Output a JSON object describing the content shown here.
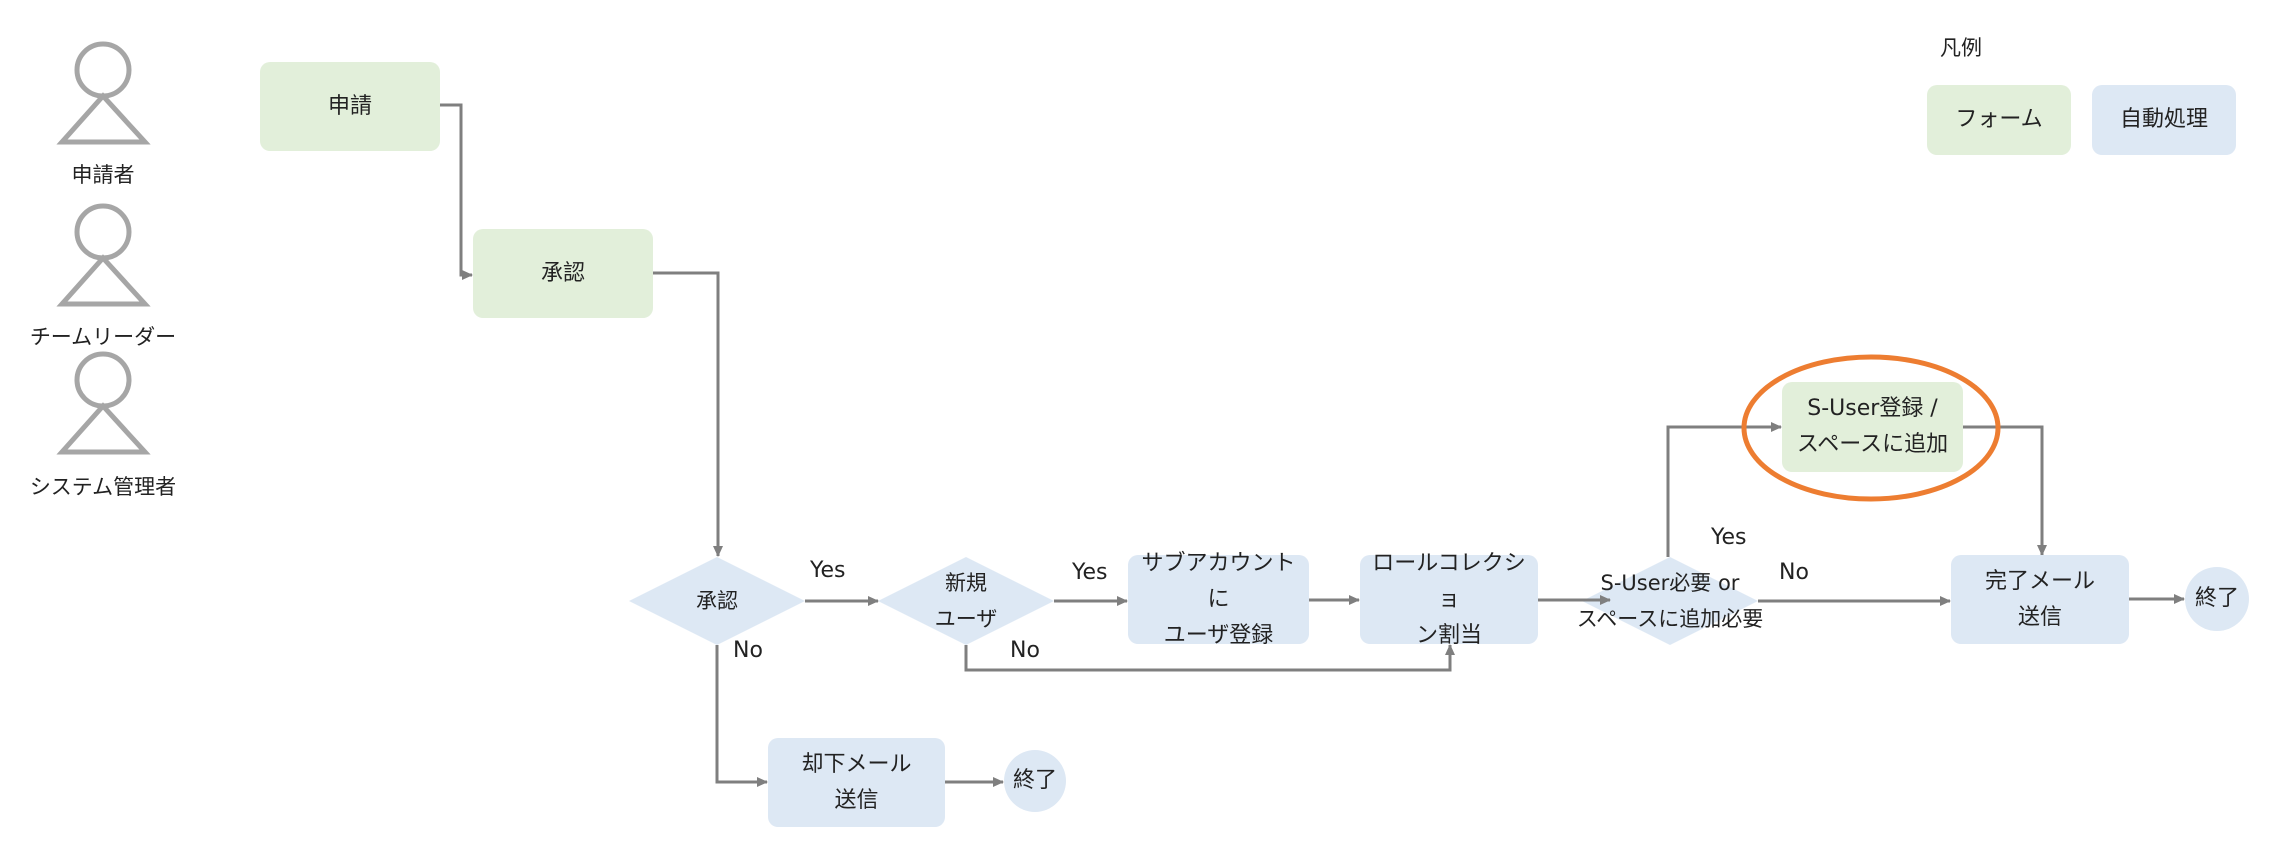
{
  "actors": [
    {
      "label": "申請者"
    },
    {
      "label": "チームリーダー"
    },
    {
      "label": "システム管理者"
    }
  ],
  "legend": {
    "title": "凡例",
    "form_label": "フォーム",
    "auto_label": "自動処理",
    "form_color": "#e2efda",
    "auto_color": "#dde8f4"
  },
  "nodes": {
    "apply": "申請",
    "approve_form": "承認",
    "approve_decision": "承認",
    "new_user_decision": "新規\nユーザ",
    "sub_account": "サブアカウントに\nユーザ登録",
    "role_assign": "ロールコレクショ\nン割当",
    "suser_decision": "S-User必要 or\nスペースに追加必要",
    "suser_register": "S-User登録 /\nスペースに追加",
    "done_mail": "完了メール\n送信",
    "end_main": "終了",
    "reject_mail": "却下メール\n送信",
    "end_reject": "終了"
  },
  "edge_labels": {
    "approve_yes": "Yes",
    "approve_no": "No",
    "new_yes": "Yes",
    "new_no": "No",
    "suser_yes": "Yes",
    "suser_no": "No"
  },
  "colors": {
    "highlight": "#ed7d31",
    "connector": "#7f7f7f",
    "actor": "#a6a6a6"
  }
}
